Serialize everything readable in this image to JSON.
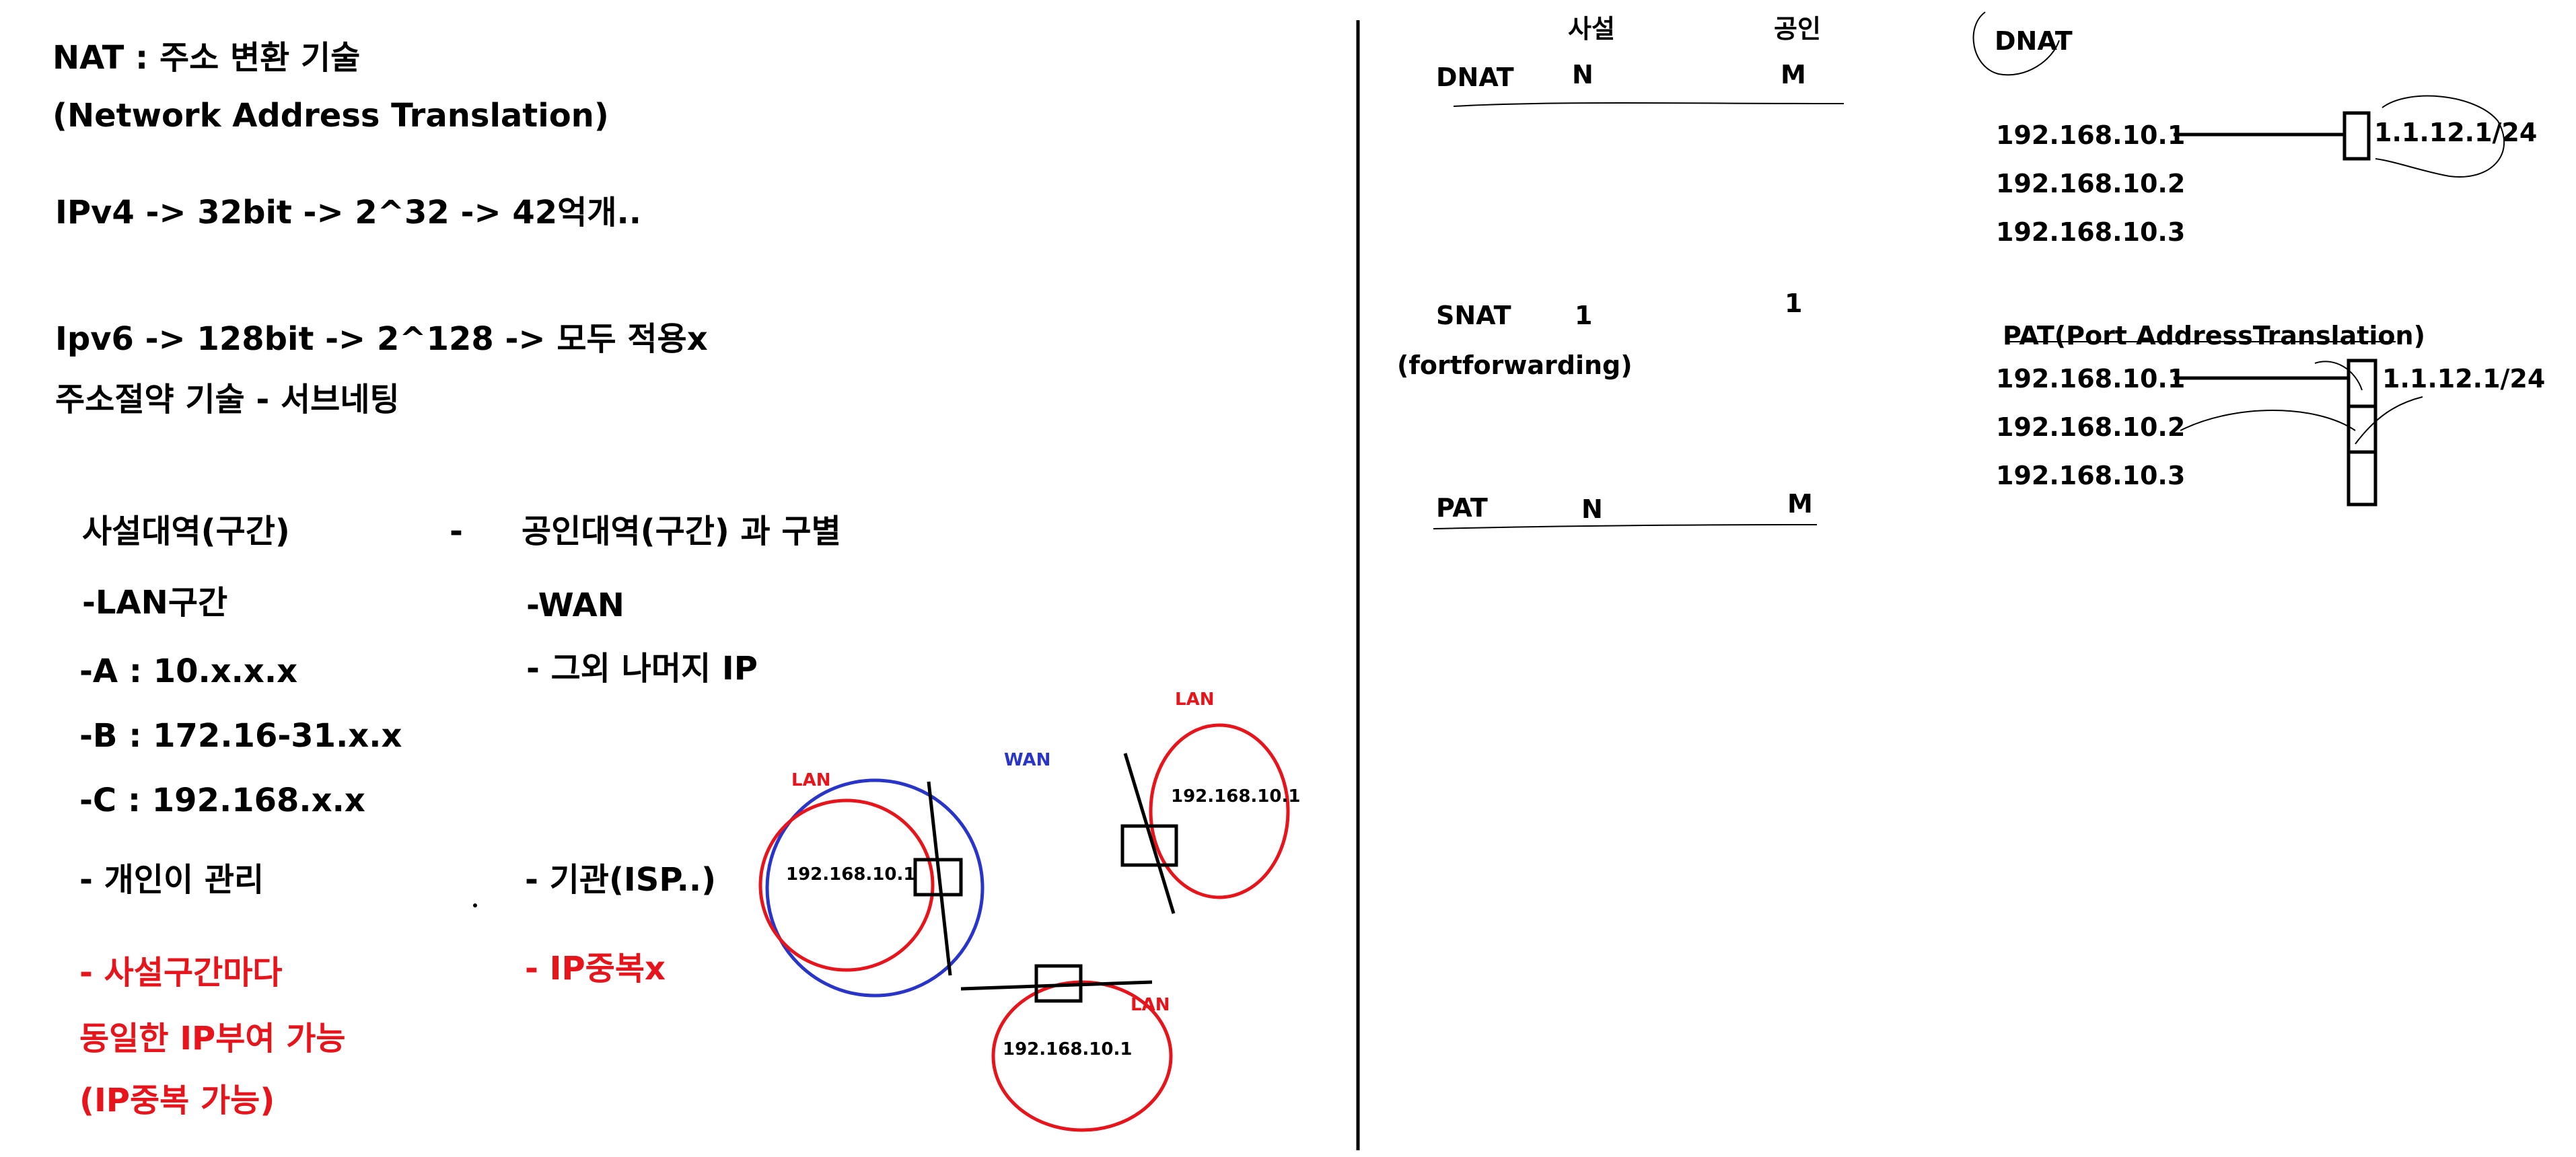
{
  "colors": {
    "text": "#000000",
    "accent_red": "#e8141b",
    "wan_blue": "#2934c9"
  },
  "left": {
    "title1": "NAT : 주소 변환 기술",
    "title2": "(Network Address Translation)",
    "ipv4": "IPv4 -> 32bit -> 2^32 -> 42억개..",
    "ipv6": "Ipv6 -> 128bit -> 2^128 -> 모두 적용x",
    "saving": "주소절약 기술 - 서브네팅",
    "private_header": "사설대역(구간)",
    "dash": "-",
    "public_header": "공인대역(구간) 과 구별",
    "lan_zone": "-LAN구간",
    "class_a": "-A : 10.x.x.x",
    "class_b": "-B : 172.16-31.x.x",
    "class_c": "-C : 192.168.x.x",
    "wan": "-WAN",
    "other_ip": "- 그외 나머지 IP",
    "personal": "- 개인이 관리",
    "org": "- 기관(ISP..)",
    "red1": "- 사설구간마다",
    "red2": "동일한 IP부여 가능",
    "red3": "(IP중복 가능)",
    "red_pub": "- IP중복x"
  },
  "network": {
    "lan_label": "LAN",
    "wan_label": "WAN",
    "lan_left_ip": "192.168.10.1",
    "lan_right_ip": "192.168.10.1",
    "lan_bottom_ip": "192.168.10.1"
  },
  "nat_table": {
    "col_private": "사설",
    "col_public": "공인",
    "rows": [
      {
        "name": "DNAT",
        "private": "N",
        "public": "M"
      },
      {
        "name": "SNAT",
        "private": "1",
        "public": "1",
        "note": "(fortforwarding)"
      },
      {
        "name": "PAT",
        "private": "N",
        "public": "M"
      }
    ]
  },
  "dnat": {
    "title": "DNAT",
    "ips": [
      "192.168.10.1",
      "192.168.10.2",
      "192.168.10.3"
    ],
    "public_ip": "1.1.12.1/24"
  },
  "pat": {
    "title": "PAT(Port AddressTranslation)",
    "ips": [
      "192.168.10.1",
      "192.168.10.2",
      "192.168.10.3"
    ],
    "public_ip": "1.1.12.1/24"
  }
}
